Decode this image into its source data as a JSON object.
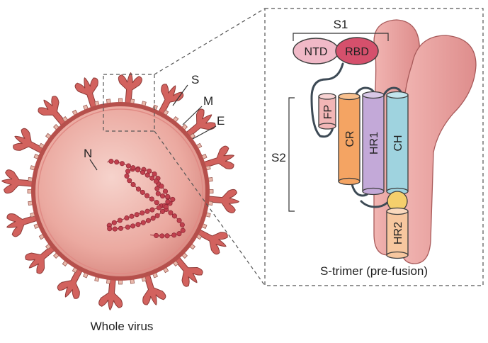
{
  "virus": {
    "caption": "Whole virus",
    "labels": {
      "spike": "S",
      "membrane": "M",
      "envelope": "E",
      "nucleocapsid": "N"
    }
  },
  "inset": {
    "caption": "S-trimer (pre-fusion)",
    "s1": {
      "label": "S1",
      "ntd": "NTD",
      "rbd": "RBD"
    },
    "s2": {
      "label": "S2",
      "fp": "FP",
      "cr": "CR",
      "hr1": "HR1",
      "ch": "CH",
      "hr2": "HR2"
    }
  },
  "colors": {
    "virus_body": "#e9a59f",
    "spike": "#d2625e",
    "rna": "#c0404e",
    "monomer_body": "#eaa3a3",
    "ntd": "#f0b9c7",
    "rbd": "#d5506c",
    "fp": "#f2b6b6",
    "cr": "#f4a463",
    "hr1": "#c3a9d8",
    "ch": "#9fd3df",
    "hr2": "#f7c79f",
    "hinge": "#f5cf6c",
    "outline": "#3d3d3d"
  }
}
